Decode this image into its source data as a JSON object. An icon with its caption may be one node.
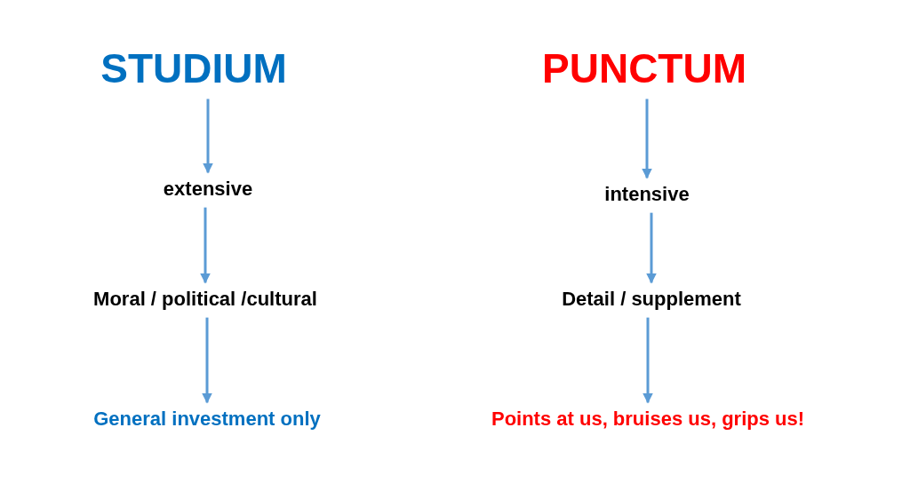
{
  "diagram": {
    "nodes": [
      {
        "text": [
          "STUDIUM"
        ]
      },
      {
        "text": [
          "extensive"
        ]
      },
      {
        "text": [
          "Moral / political /cultural"
        ]
      },
      {
        "text": [
          "General investment only"
        ]
      },
      {
        "text": [
          "PUNCTUM"
        ]
      },
      {
        "text": [
          "intensive"
        ]
      },
      {
        "text": [
          "Detail / supplement"
        ]
      },
      {
        "text": [
          "Points at us, bruises us, grips us!"
        ]
      }
    ],
    "edges": [
      {
        "from": 0,
        "to": 1,
        "arrow": "to"
      },
      {
        "from": 1,
        "to": 2,
        "arrow": "to"
      },
      {
        "from": 2,
        "to": 3,
        "arrow": "to"
      },
      {
        "from": 4,
        "to": 5,
        "arrow": "to"
      },
      {
        "from": 5,
        "to": 6,
        "arrow": "to"
      },
      {
        "from": 6,
        "to": 7,
        "arrow": "to"
      }
    ]
  }
}
